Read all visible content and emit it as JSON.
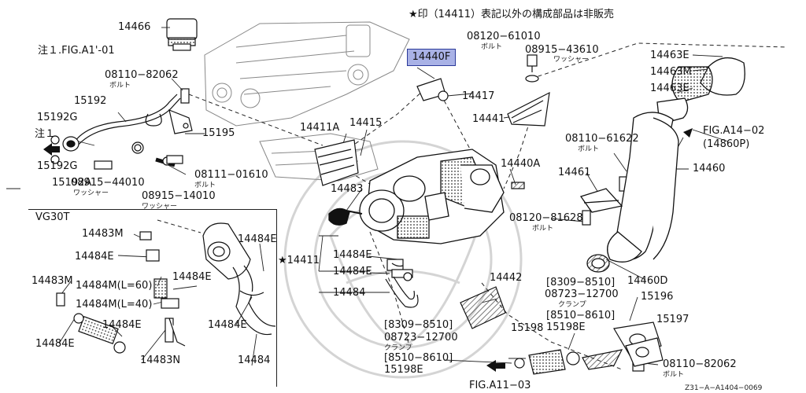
{
  "header": {
    "note_star": "★印（14411）表記以外の構成部品は非販売",
    "note_fig": "注１.FIG.A1'-01",
    "note_marker": "注１"
  },
  "section_title": "VG30T",
  "highlighted_part": "14440F",
  "part_labels": {
    "p14466": "14466",
    "p08120_61010": "08120−61010",
    "bolt_a": "ボルト",
    "p08915_43610": "08915−43610",
    "washer_a": "ワッシャー",
    "p14463E_top": "14463E",
    "p14463M": "14463M",
    "p14463E_mid": "14463E",
    "p08110_82062_top": "08110−82062",
    "bolt_b": "ボルト",
    "p15192": "15192",
    "p15192G_top": "15192G",
    "p15192G_bot": "15192G",
    "p15192A": "15192A",
    "p15195": "15195",
    "p14417": "14417",
    "p14441": "14441",
    "p14411A": "14411A",
    "p14415": "14415",
    "fig_a14_02": "FIG.A14−02",
    "fig_a14_02_sub": "(14860P)",
    "p08110_61622": "08110−61622",
    "bolt_c": "ボルト",
    "p14460": "14460",
    "p08911_01610": "08111−01610",
    "bolt_d": "ボルト",
    "p08915_44010": "08915−44010",
    "washer_b": "ワッシャー",
    "p08915_14010": "08915−14010",
    "washer_c": "ワッシャー",
    "p14440A": "14440A",
    "p14461": "14461",
    "p14483_main": "14483",
    "p08120_81628": "08120−81628",
    "bolt_e": "ボルト",
    "p14483M_box": "14483M",
    "p14484E_box1": "14484E",
    "p14484E_box_r": "14484E",
    "star_14411": "★14411",
    "p14484E_main1": "14484E",
    "p14484E_main2": "14484E",
    "p14484_main": "14484",
    "p14442": "14442",
    "p14460D": "14460D",
    "p14483M_box2": "14483M",
    "p14484M_60": "14484M(L=60)",
    "p14484E_box2": "14484E",
    "p14484M_40": "14484M(L=40)",
    "p14484E_box3": "14484E",
    "p14484E_box4": "14484E",
    "p14484E_box5": "14484E",
    "p14483N": "14483N",
    "p14484_box": "14484",
    "range_8309_8510_r": "[8309−8510]",
    "p08723_12700_r": "08723−12700",
    "clamp_r": "クランプ",
    "range_8510_8610_r": "[8510−8610]",
    "p15198E_r": "15198E",
    "p15196": "15196",
    "p15197": "15197",
    "range_8309_8510_l": "[8309−8510]",
    "p08723_12700_l": "08723−12700",
    "clamp_l": "クランプ",
    "p15198": "15198",
    "range_8510_8610_l": "[8510−8610]",
    "p15198E_l": "15198E",
    "p08110_82062_bot": "08110−82062",
    "bolt_f": "ボルト",
    "fig_a11_03": "FIG.A11−03",
    "ref_code": "Z31−A−A1404−0069"
  },
  "colors": {
    "ink": "#111111",
    "highlight": "#a9b2e6",
    "highlight_border": "#2b3a9a",
    "watermark": "#cfcfcf"
  }
}
